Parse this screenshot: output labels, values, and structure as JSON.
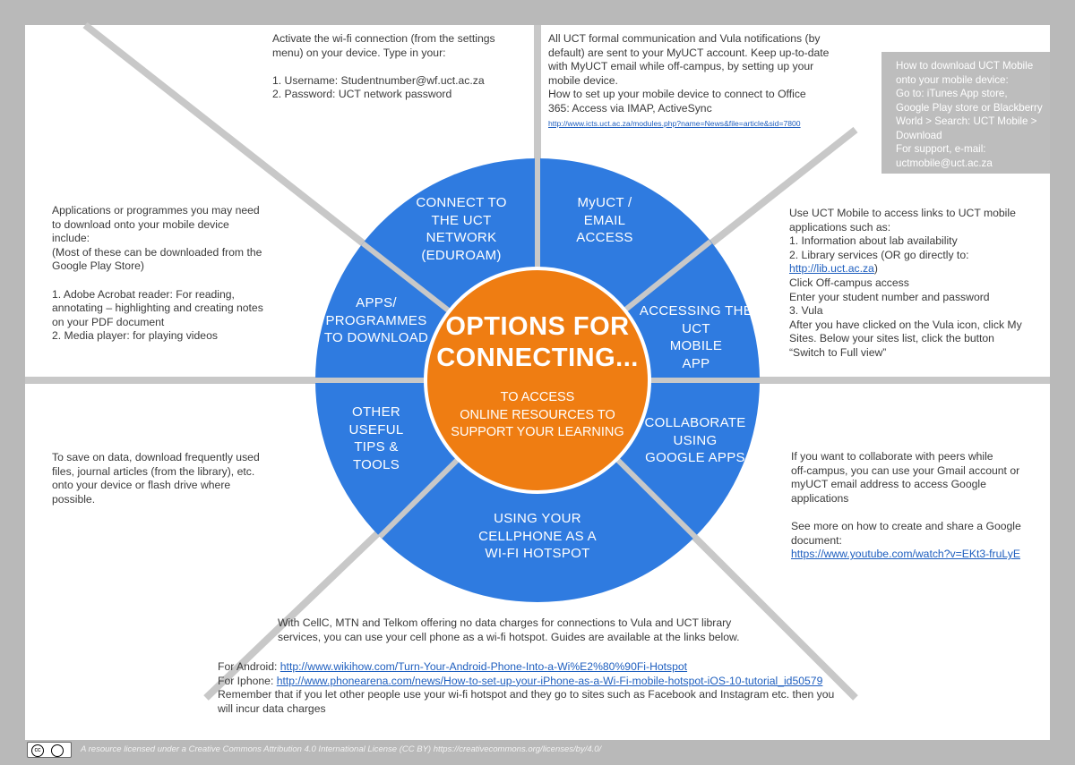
{
  "colors": {
    "background": "#b9b9b9",
    "panel": "#ffffff",
    "ring": "#2f7be0",
    "center": "#ef7d12",
    "divider": "#c8c8c8",
    "link": "#1f5fbf"
  },
  "center": {
    "title_line1": "OPTIONS FOR",
    "title_line2": "CONNECTING...",
    "subtitle_line1": "TO ACCESS",
    "subtitle_line2": "ONLINE RESOURCES TO",
    "subtitle_line3": "SUPPORT YOUR LEARNING"
  },
  "segments": [
    {
      "lines": [
        "CONNECT TO",
        "THE UCT",
        "NETWORK",
        "(EDUROAM)"
      ]
    },
    {
      "lines": [
        "MyUCT /",
        "EMAIL",
        "ACCESS"
      ]
    },
    {
      "lines": [
        "ACCESSING THE",
        "UCT",
        "MOBILE",
        "APP"
      ]
    },
    {
      "lines": [
        "COLLABORATE",
        "USING",
        "GOOGLE APPS"
      ]
    },
    {
      "lines": [
        "USING YOUR",
        "CELLPHONE AS A",
        "WI-FI HOTSPOT"
      ]
    },
    {
      "lines": [
        "OTHER",
        "USEFUL",
        "TIPS &",
        "TOOLS"
      ]
    },
    {
      "lines": [
        "APPS/",
        "PROGRAMMES",
        "TO DOWNLOAD"
      ]
    }
  ],
  "connect": {
    "line1": "Activate the wi-fi connection (from the settings",
    "line2": "menu) on your device. Type in your:",
    "line3": "1. Username: Studentnumber@wf.uct.ac.za",
    "line4": "2. Password: UCT network password"
  },
  "myuct": {
    "line1": "All UCT formal communication and Vula notifications (by",
    "line2": "default) are sent to your MyUCT account. Keep up-to-date",
    "line3": "with MyUCT email while off-campus, by setting up your",
    "line4": "mobile device.",
    "line5": "How to set up your mobile device to connect to Office",
    "line6": "365: Access via IMAP, ActiveSync",
    "link": "http://www.icts.uct.ac.za/modules.php?name=News&file=article&sid=7800"
  },
  "mobile_download": {
    "line1": "How to download UCT Mobile",
    "line2": "onto your mobile device:",
    "line3": "Go to: iTunes App store,",
    "line4": "Google Play store or Blackberry",
    "line5": "World > Search: UCT Mobile >",
    "line6": "Download",
    "line7": "For support, e-mail:",
    "line8": "uctmobile@uct.ac.za"
  },
  "mobile_app": {
    "line1": "Use UCT Mobile to access links to UCT mobile",
    "line2": "applications such as:",
    "line3": "1. Information about lab availability",
    "line4": "2. Library services  (OR go directly to:",
    "link": "http://lib.uct.ac.za",
    "link_suffix": ")",
    "line6": "Click Off-campus access",
    "line7": "Enter your student number and password",
    "line8": "3. Vula",
    "line9": "After you have clicked on the Vula icon, click My",
    "line10": "Sites. Below your sites list, click the button",
    "line11": "“Switch to Full view”"
  },
  "apps": {
    "line1": "Applications or programmes you may need",
    "line2": "to download onto your mobile device",
    "line3": "include:",
    "line4": "(Most of these can be downloaded from the",
    "line5": "Google Play Store)",
    "line6": "1. Adobe Acrobat reader: For reading,",
    "line7": "annotating – highlighting and creating notes",
    "line8": "on your PDF document",
    "line9": "2. Media player: for playing videos"
  },
  "tips": {
    "line1": "To save on data, download frequently used",
    "line2": "files, journal articles (from the library), etc.",
    "line3": "onto your device or flash drive where",
    "line4": "possible."
  },
  "collaborate": {
    "line1": "If you want to collaborate with peers while",
    "line2": "off-campus, you can use your Gmail account or",
    "line3": "myUCT email address to access Google",
    "line4": "applications",
    "line5": "See more on how to create and share a Google",
    "line6": "document:",
    "link": "https://www.youtube.com/watch?v=EKt3-fruLyE"
  },
  "hotspot": {
    "line1": "With CellC, MTN and Telkom offering no data charges for connections to Vula and UCT library",
    "line2": "services, you can use your cell phone as a wi-fi hotspot. Guides are available at the links below.",
    "android_label": "For Android:  ",
    "android_link": "http://www.wikihow.com/Turn-Your-Android-Phone-Into-a-Wi%E2%80%90Fi-Hotspot",
    "iphone_label": "For Iphone: ",
    "iphone_link": "http://www.phonearena.com/news/How-to-set-up-your-iPhone-as-a-Wi-Fi-mobile-hotspot-iOS-10-tutorial_id50579",
    "line5": "Remember that if you let other people use your wi-fi hotspot and they go to sites such as Facebook and Instagram etc. then you",
    "line6": "will incur data charges"
  },
  "footer": {
    "cc_badge_text": "cc",
    "license": "A resource licensed under a Creative Commons Attribution 4.0 International License (CC BY)  https://creativecommons.org/licenses/by/4.0/"
  }
}
